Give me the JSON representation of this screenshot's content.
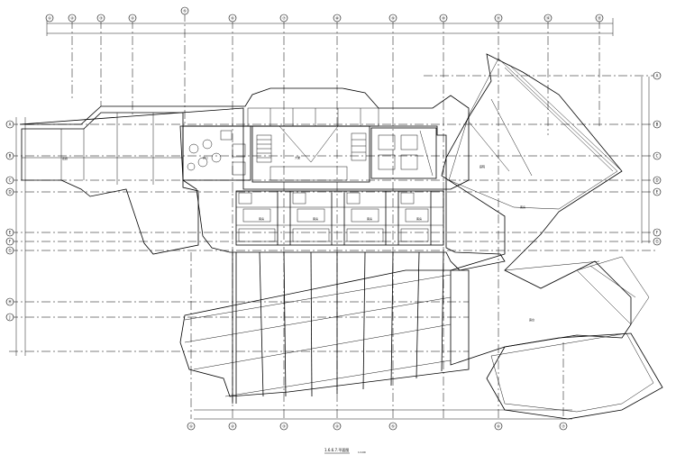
{
  "drawing": {
    "title": "1.6.6.7.平面图",
    "scale_note": "1:100",
    "grid_top": [
      "①",
      "②",
      "③",
      "④",
      "⑤",
      "⑥",
      "⑦",
      "⑧",
      "⑨",
      "⑩",
      "⑪",
      "⑫",
      "⑬"
    ],
    "grid_bottom": [
      "①",
      "②",
      "③",
      "④",
      "⑤",
      "⑥",
      "⑦"
    ],
    "grid_left": [
      "A",
      "B",
      "C",
      "D",
      "E",
      "F",
      "G",
      "H",
      "J"
    ],
    "grid_right": [
      "A",
      "B",
      "C",
      "D",
      "E",
      "F",
      "G"
    ],
    "room_tags": [
      "走廊",
      "大堂",
      "办公",
      "客房",
      "客房",
      "客房",
      "客房",
      "客房",
      "庭院",
      "露台"
    ]
  }
}
